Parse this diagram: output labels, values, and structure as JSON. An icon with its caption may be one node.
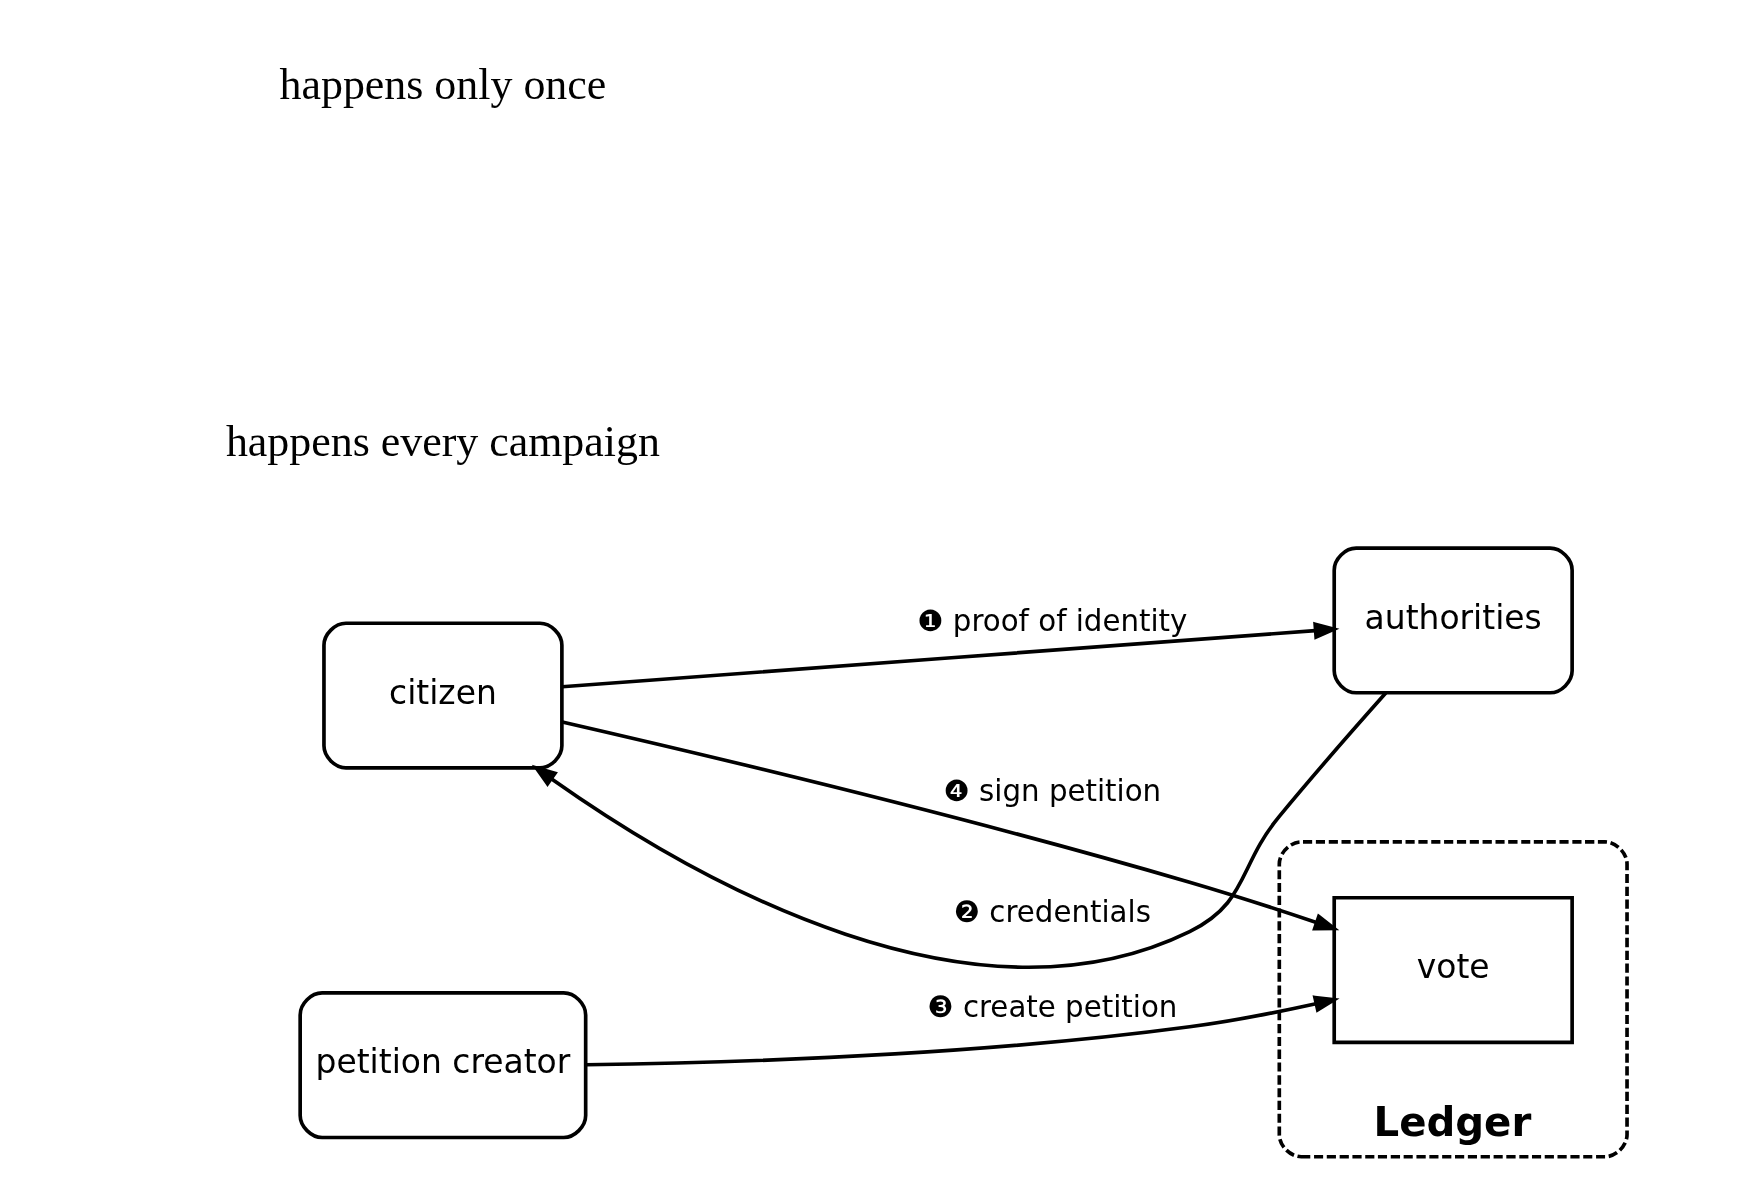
{
  "diagram": {
    "nodes": [
      {
        "text": [
          "citizen"
        ]
      },
      {
        "text": [
          "authorities"
        ]
      },
      {
        "text": [
          "Ledger"
        ]
      },
      {
        "text": [
          "vote"
        ],
        "in": 2
      },
      {
        "text": [
          "petition creator"
        ]
      }
    ],
    "edges": [
      {
        "from": 0,
        "to": 1,
        "arrow": "to",
        "label": "❶ proof of identity"
      },
      {
        "from": 1,
        "to": 0,
        "arrow": "to",
        "label": "❷ credentials"
      },
      {
        "from": 0,
        "to": 3,
        "arrow": "to",
        "label": "❹ sign petition"
      },
      {
        "from": 4,
        "to": 3,
        "arrow": "to",
        "label": "❸ create petition"
      }
    ],
    "labels": [
      "happens only once",
      "happens every campaign"
    ]
  }
}
